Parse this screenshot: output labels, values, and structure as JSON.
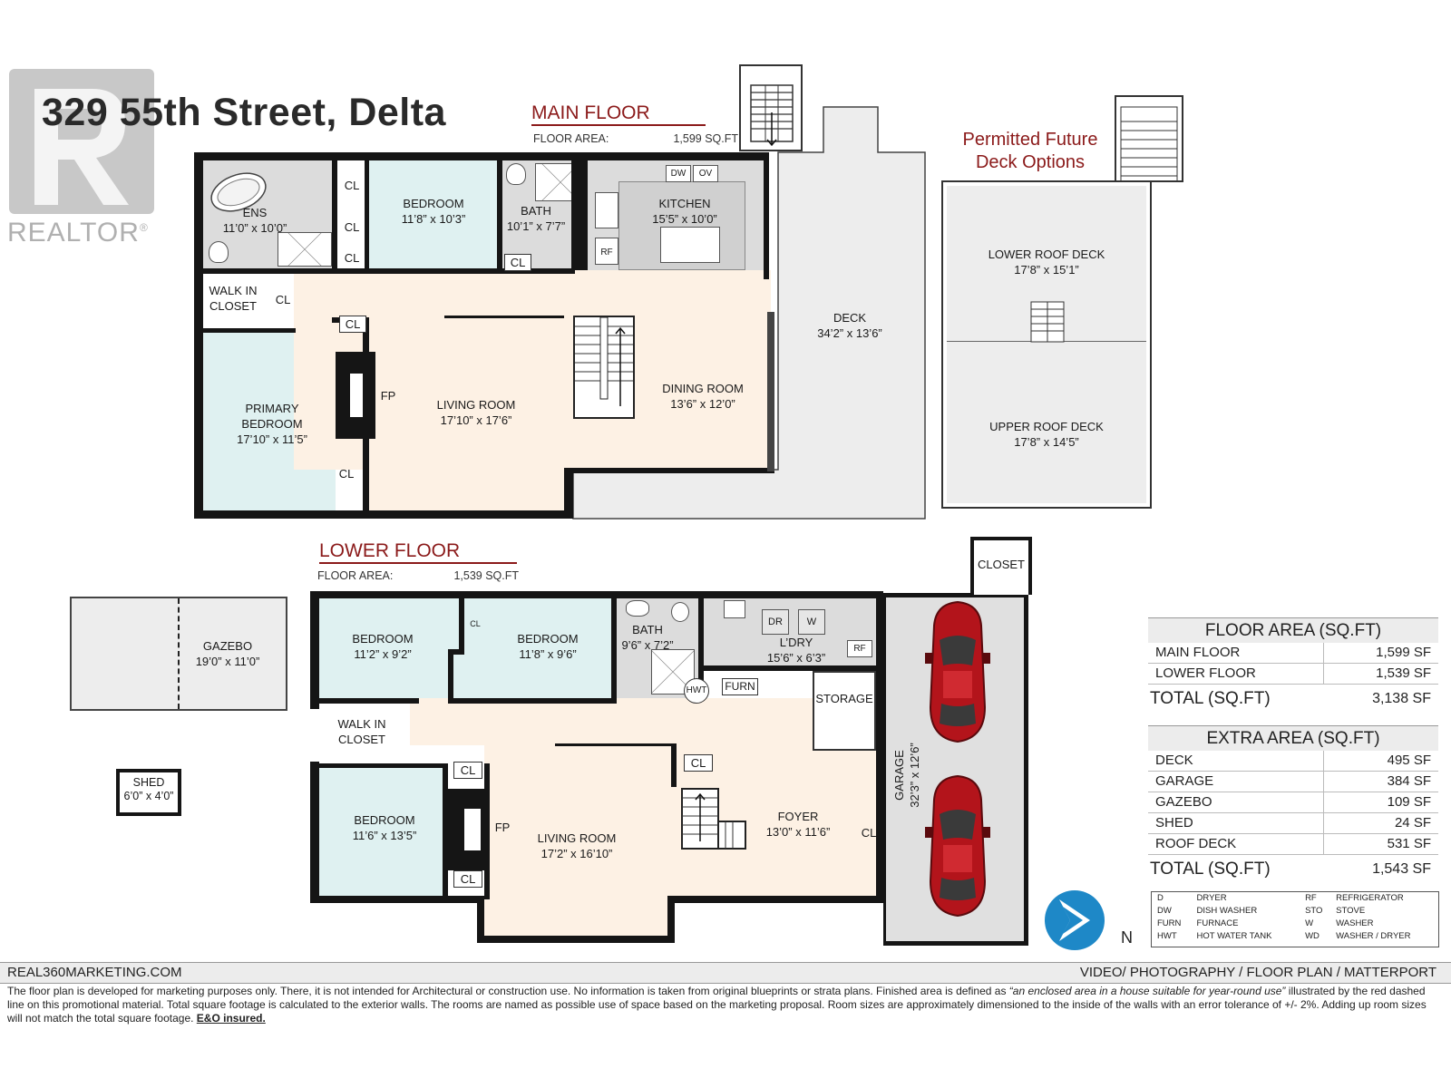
{
  "title": "329 55th Street, Delta",
  "logo": {
    "text": "REALTOR",
    "mark": "®"
  },
  "main_floor": {
    "label": "MAIN FLOOR",
    "area_label": "FLOOR AREA:",
    "area_value": "1,599 SQ.FT",
    "rooms": [
      {
        "name": "ENS",
        "size": "11’0” x 10’0”"
      },
      {
        "name": "BEDROOM",
        "size": "11’8” x 10’3”"
      },
      {
        "name": "BATH",
        "size": "10’1” x 7’7”"
      },
      {
        "name": "KITCHEN",
        "size": "15’5” x 10’0”"
      },
      {
        "name": "WALK IN CLOSET",
        "size": ""
      },
      {
        "name": "PRIMARY BEDROOM",
        "size": "17’10” x 11’5”"
      },
      {
        "name": "LIVING ROOM",
        "size": "17’10” x 17’6”"
      },
      {
        "name": "DINING ROOM",
        "size": "13’6” x 12’0”"
      },
      {
        "name": "DECK",
        "size": "34’2” x 13’6”"
      }
    ],
    "small_labels": {
      "cl": "CL",
      "fp": "FP",
      "dw": "DW",
      "ov": "OV",
      "rf": "RF"
    }
  },
  "future_deck": {
    "title_line1": "Permitted Future",
    "title_line2": "Deck Options",
    "lower": {
      "name": "LOWER ROOF DECK",
      "size": "17’8” x 15’1”"
    },
    "upper": {
      "name": "UPPER ROOF DECK",
      "size": "17’8” x 14’5”"
    }
  },
  "lower_floor": {
    "label": "LOWER FLOOR",
    "area_label": "FLOOR AREA:",
    "area_value": "1,539 SQ.FT",
    "rooms": [
      {
        "name": "BEDROOM",
        "size": "11’2” x 9’2”"
      },
      {
        "name": "BEDROOM",
        "size": "11’8” x 9’6”"
      },
      {
        "name": "BATH",
        "size": "9’6” x 7’2”"
      },
      {
        "name": "L’DRY",
        "size": "15’6” x 6’3”"
      },
      {
        "name": "WALK IN CLOSET",
        "size": ""
      },
      {
        "name": "BEDROOM",
        "size": "11’6” x 13’5”"
      },
      {
        "name": "LIVING ROOM",
        "size": "17’2” x 16’10”"
      },
      {
        "name": "FOYER",
        "size": "13’0” x 11’6”"
      },
      {
        "name": "STORAGE",
        "size": ""
      },
      {
        "name": "CLOSET",
        "size": ""
      },
      {
        "name": "GARAGE",
        "size": "32’3” x 12’6”"
      }
    ],
    "small_labels": {
      "cl": "CL",
      "fp": "FP",
      "hwt": "HWT",
      "furn": "FURN",
      "dr": "DR",
      "w": "W",
      "rf": "RF"
    }
  },
  "gazebo": {
    "name": "GAZEBO",
    "size": "19’0” x 11’0”"
  },
  "shed": {
    "name": "SHED",
    "size": "6’0” x 4’0”"
  },
  "floor_area_table": {
    "title": "FLOOR AREA (SQ.FT)",
    "rows": [
      {
        "label": "MAIN FLOOR",
        "value": "1,599 SF"
      },
      {
        "label": "LOWER FLOOR",
        "value": "1,539 SF"
      }
    ],
    "total_label": "TOTAL (SQ.FT)",
    "total_value": "3,138 SF"
  },
  "extra_area_table": {
    "title": "EXTRA AREA (SQ.FT)",
    "rows": [
      {
        "label": "DECK",
        "value": "495 SF"
      },
      {
        "label": "GARAGE",
        "value": "384 SF"
      },
      {
        "label": "GAZEBO",
        "value": "109 SF"
      },
      {
        "label": "SHED",
        "value": "24 SF"
      },
      {
        "label": "ROOF DECK",
        "value": "531 SF"
      }
    ],
    "total_label": "TOTAL (SQ.FT)",
    "total_value": "1,543 SF"
  },
  "legend": [
    {
      "code": "D",
      "meaning": "DRYER",
      "code2": "RF",
      "meaning2": "REFRIGERATOR"
    },
    {
      "code": "DW",
      "meaning": "DISH WASHER",
      "code2": "STO",
      "meaning2": "STOVE"
    },
    {
      "code": "FURN",
      "meaning": "FURNACE",
      "code2": "W",
      "meaning2": "WASHER"
    },
    {
      "code": "HWT",
      "meaning": "HOT WATER TANK",
      "code2": "WD",
      "meaning2": "WASHER / DRYER"
    }
  ],
  "compass": {
    "label": "N"
  },
  "footer": {
    "left": "REAL360MARKETING.COM",
    "right": "VIDEO/ PHOTOGRAPHY / FLOOR PLAN / MATTERPORT",
    "disclaimer_part1": "The floor plan is developed for marketing purposes only. There, it is not intended for Architectural or construction use. No information is  taken from original blueprints or strata plans. Finished area is defined as ",
    "disclaimer_italic": "“an enclosed area in a house suitable for year-round use”",
    "disclaimer_part2": " illustrated by the red dashed line on this promotional material. Total square footage is calculated to the exterior walls. The rooms are named as possible use of space based on the marketing proposal. Room sizes are approximately dimensioned to the inside of the walls with an error tolerance of +/- 2%. Adding up room sizes will not match the total square footage. ",
    "disclaimer_bold": "E&O insured."
  },
  "colors": {
    "room_blue": "#dff1f1",
    "room_peach": "#fdf1e4",
    "room_gray": "#dcdcdc",
    "deck_gray": "#ededed",
    "wall": "#151515",
    "heading_red": "#8b1a1a",
    "compass_blue": "#1e88c7",
    "car_red": "#b3141b"
  }
}
